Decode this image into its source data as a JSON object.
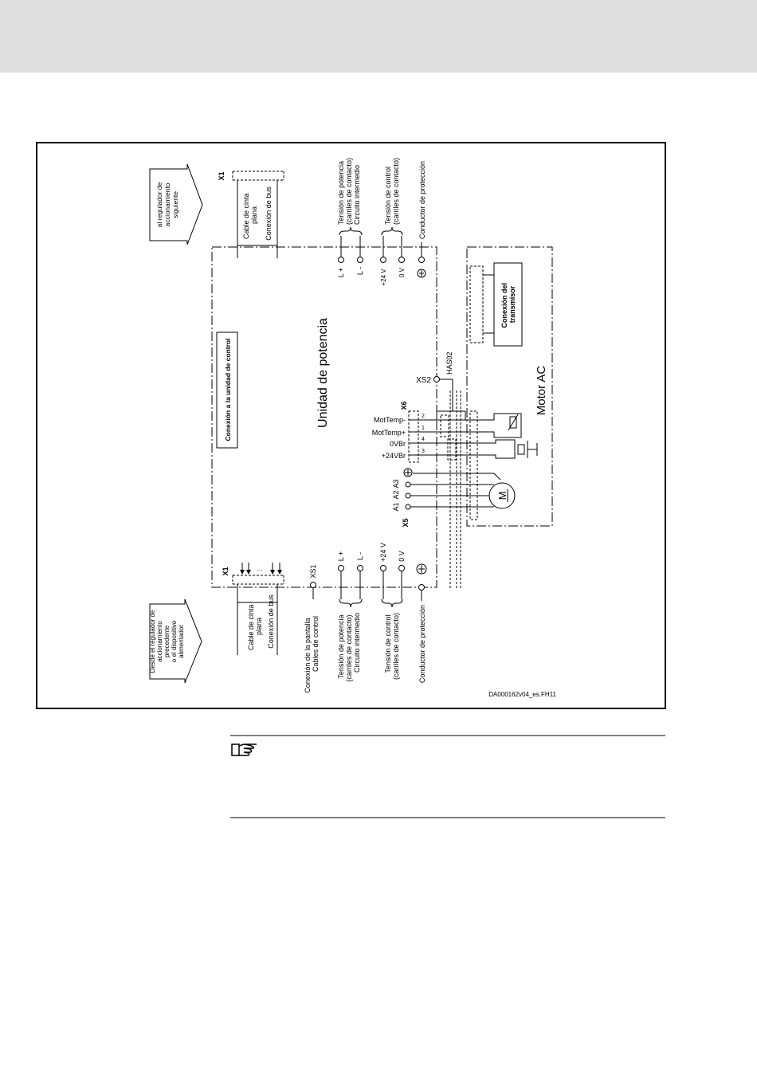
{
  "diagram": {
    "arrow_next": [
      "al regulador de",
      "accionamiento",
      "siguiente"
    ],
    "arrow_prev": [
      "Desde el regulador de",
      "accionamiento",
      "precedente",
      "o el dispositivo",
      "alimentador"
    ],
    "x1": "X1",
    "ribbon_top": [
      "Cable de cinta",
      "plana"
    ],
    "bus_label": "Conexión de bus",
    "ellipsis": "...",
    "right_groups": {
      "power": [
        "Tensión de potencia",
        "(carriles de contacto)",
        "Circuito intermedio"
      ],
      "control": [
        "Tensión de control",
        "(carriles de contacto)"
      ],
      "protection": "Conductor de protección"
    },
    "terminals": {
      "lplus": "L +",
      "lminus": "L -",
      "v24": "+24 V",
      "v0": "0 V"
    },
    "control_unit_box": "Conexión a la unidad de control",
    "power_unit_title": "Unidad de potencia",
    "xs1": "XS1",
    "xs2": "XS2",
    "has02": "HAS02",
    "shield_label": [
      "Conexión de la pantalla",
      "Cables de control"
    ],
    "x6": "X6",
    "x6_signals": [
      "MotTemp-",
      "MotTemp+",
      "0VBr",
      "+24VBr"
    ],
    "x6_pins": [
      "2",
      "1",
      "4",
      "3"
    ],
    "x5": "X5",
    "x5_pins": [
      "A1",
      "A2",
      "A3"
    ],
    "motor_letter": "M",
    "encoder_box": [
      "Conexión del",
      "transmisor"
    ],
    "motor_ac": "Motor AC",
    "drawing_id": "DA000162v04_es.FH11"
  },
  "icons": {
    "note": "pointing-hand-icon",
    "ground": "ground-icon",
    "thermistor": "thermistor-icon",
    "brake": "brake-icon"
  }
}
